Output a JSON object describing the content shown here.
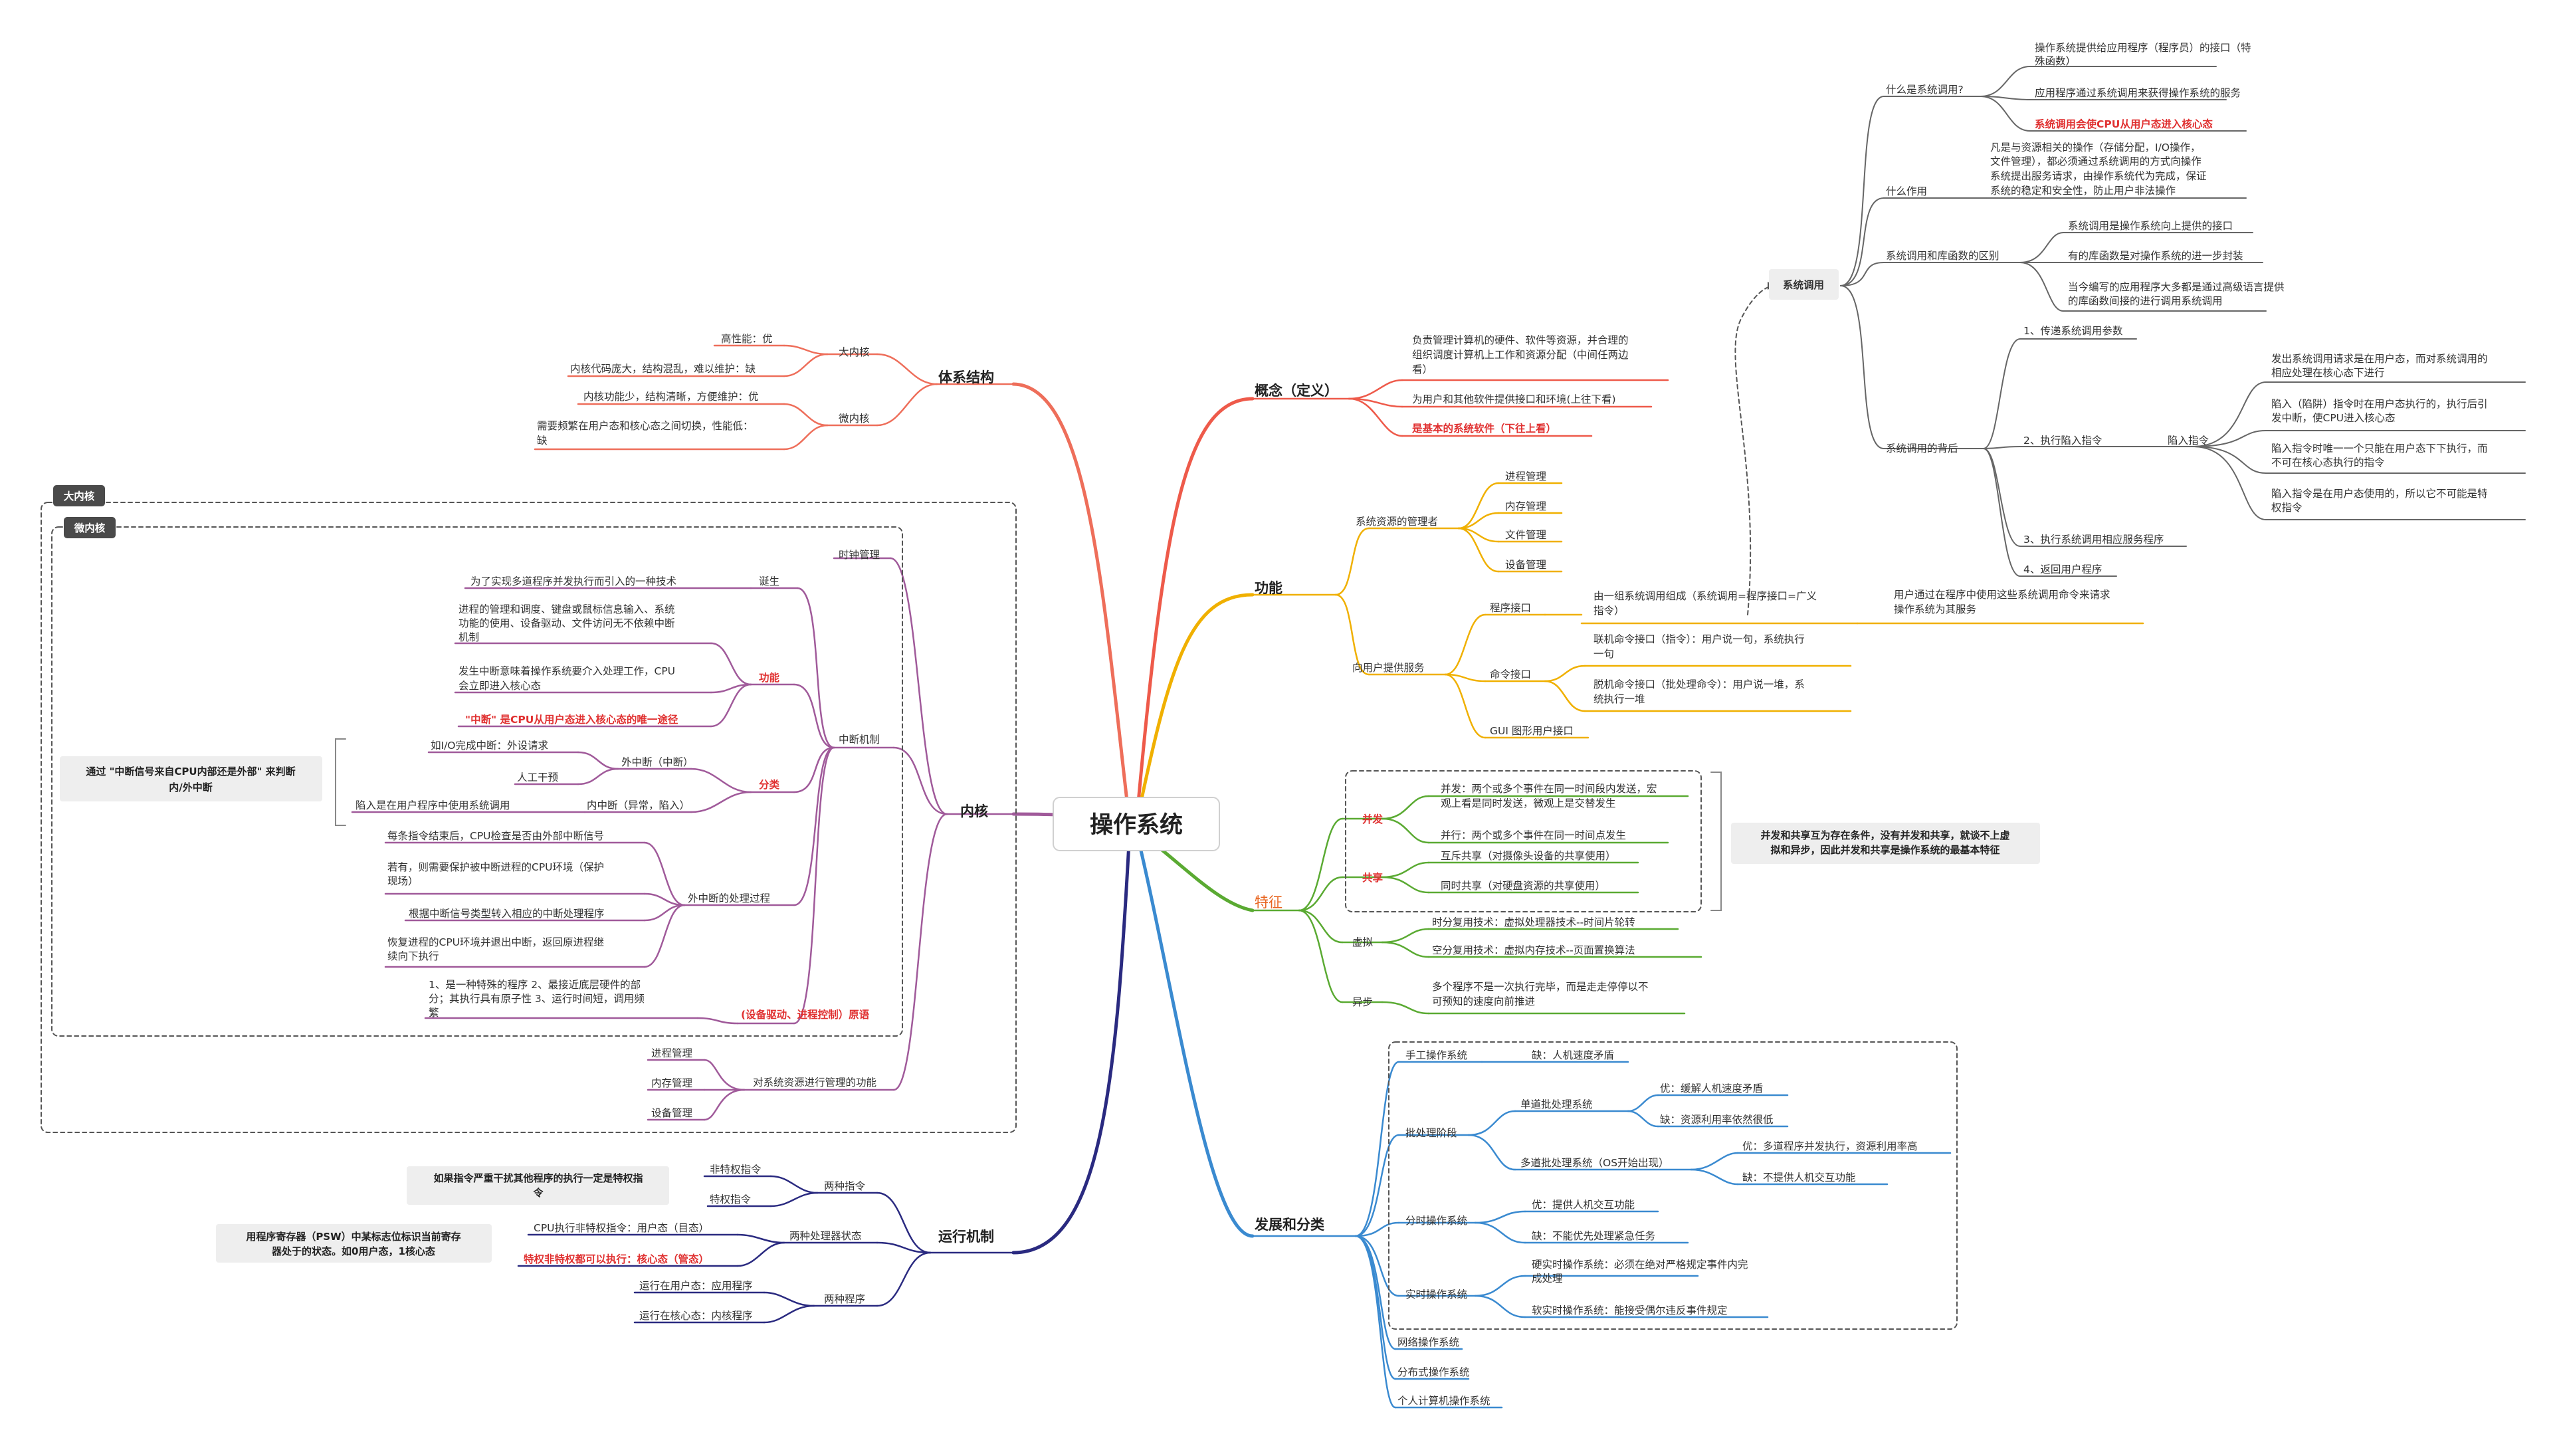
{
  "root": "操作系统",
  "branches": {
    "tixi": "体系结构",
    "neihe": "内核",
    "yunxing": "运行机制",
    "gainian": "概念（定义）",
    "gongneng": "功能",
    "tezheng": "特征",
    "fazhan": "发展和分类"
  },
  "badges": {
    "big": "大内核",
    "micro": "微内核"
  },
  "tixi": {
    "big": "大内核",
    "big_pro": "高性能：优",
    "big_con": "内核代码庞大，结构混乱，难以维护：缺",
    "micro": "微内核",
    "micro_pro": "内核功能少，结构清晰，方便维护：优",
    "micro_con1": "需要频繁在用户态和核心态之间切换，性能低：",
    "micro_con2": "缺"
  },
  "neihe": {
    "clock": "时钟管理",
    "irq": "中断机制",
    "birth": "诞生",
    "birth_leaf": "为了实现多道程序并发执行而引入的一种技术",
    "func": "功能",
    "func_l1a": "进程的管理和调度、键盘或鼠标信息输入、系统",
    "func_l1b": "功能的使用、设备驱动、文件访问无不依赖中断",
    "func_l1c": "机制",
    "func_l2a": "发生中断意味着操作系统要介入处理工作，CPU",
    "func_l2b": "会立即进入核心态",
    "func_l3": "\"中断\" 是CPU从用户态进入核心态的唯一途径",
    "cls": "分类",
    "ext": "外中断（中断）",
    "ext_l1": "如I/O完成中断：外设请求",
    "ext_l2": "人工干预",
    "int": "内中断（异常，陷入）",
    "int_l1": "陷入是在用户程序中使用系统调用",
    "judge1": "通过 \"中断信号来自CPU内部还是外部\" 来判断",
    "judge2": "内/外中断",
    "proc": "外中断的处理过程",
    "proc_l1": "每条指令结束后，CPU检查是否由外部中断信号",
    "proc_l2a": "若有，则需要保护被中断进程的CPU环境（保护",
    "proc_l2b": "现场）",
    "proc_l3": "根据中断信号类型转入相应的中断处理程序",
    "proc_l4a": "恢复进程的CPU环境并退出中断，返回原进程继",
    "proc_l4b": "续向下执行",
    "prim": "(设备驱动、进程控制）原语",
    "prim_l1a": "1、是一种特殊的程序  2、最接近底层硬件的部",
    "prim_l1b": "分；其执行具有原子性  3、运行时间短，调用频",
    "prim_l1c": "繁",
    "mgmt": "对系统资源进行管理的功能",
    "mgmt_l1": "进程管理",
    "mgmt_l2": "内存管理",
    "mgmt_l3": "设备管理"
  },
  "yunxing": {
    "instr": "两种指令",
    "instr_l1": "非特权指令",
    "instr_l2": "特权指令",
    "instr_note1": "如果指令严重干扰其他程序的执行一定是特权指",
    "instr_note2": "令",
    "state": "两种处理器状态",
    "state_l1": "CPU执行非特权指令：用户态（目态）",
    "state_l2": "特权非特权都可以执行：核心态（管态）",
    "state_note1": "用程序寄存器（PSW）中某标志位标识当前寄存",
    "state_note2": "器处于的状态。如0用户态，1核心态",
    "prog": "两种程序",
    "prog_l1": "运行在用户态：应用程序",
    "prog_l2": "运行在核心态：内核程序"
  },
  "gainian": {
    "l1a": "负责管理计算机的硬件、软件等资源，并合理的",
    "l1b": "组织调度计算机上工作和资源分配（中间任两边",
    "l1c": "看）",
    "l2": "为用户和其他软件提供接口和环境(上往下看)",
    "l3": "是基本的系统软件（下往上看）"
  },
  "gongneng": {
    "mgr": "系统资源的管理者",
    "mgr_l1": "进程管理",
    "mgr_l2": "内存管理",
    "mgr_l3": "文件管理",
    "mgr_l4": "设备管理",
    "svc": "向用户提供服务",
    "prog_if": "程序接口",
    "prog_if_a": "由一组系统调用组成（系统调用=程序接口=广义",
    "prog_if_b": "指令）",
    "prog_if_x1": "用户通过在程序中使用这些系统调用命令来请求",
    "prog_if_x2": "操作系统为其服务",
    "cmd_if": "命令接口",
    "cmd_l1a": "联机命令接口（指令）：用户说一句，系统执行",
    "cmd_l1b": "一句",
    "cmd_l2a": "脱机命令接口（批处理命令）：用户说一堆，系",
    "cmd_l2b": "统执行一堆",
    "gui": "GUI 图形用户接口"
  },
  "syscall": {
    "title": "系统调用",
    "what": "什么是系统调用?",
    "what_l1a": "操作系统提供给应用程序（程序员）的接口（特",
    "what_l1b": "殊函数）",
    "what_l2": "应用程序通过系统调用来获得操作系统的服务",
    "what_l3": "系统调用会使CPU从用户态进入核心态",
    "use": "什么作用",
    "use_l1": "凡是与资源相关的操作（存储分配，I/O操作，",
    "use_l2": "文件管理），都必须通过系统调用的方式向操作",
    "use_l3": "系统提出服务请求，由操作系统代为完成，保证",
    "use_l4": "系统的稳定和安全性，防止用户非法操作",
    "diff": "系统调用和库函数的区别",
    "diff_l1": "系统调用是操作系统向上提供的接口",
    "diff_l2": "有的库函数是对操作系统的进一步封装",
    "diff_l3a": "当今编写的应用程序大多都是通过高级语言提供",
    "diff_l3b": "的库函数间接的进行调用系统调用",
    "bg": "系统调用的背后",
    "step1": "1、传递系统调用参数",
    "step2": "2、执行陷入指令",
    "trap": "陷入指令",
    "trap_l1a": "发出系统调用请求是在用户态，而对系统调用的",
    "trap_l1b": "相应处理在核心态下进行",
    "trap_l2a": "陷入（陷阱）指令时在用户态执行的，执行后引",
    "trap_l2b": "发中断，使CPU进入核心态",
    "trap_l3a": "陷入指令时唯一一个只能在用户态下下执行，而",
    "trap_l3b": "不可在核心态执行的指令",
    "trap_l4a": "陷入指令是在用户态使用的，所以它不可能是特",
    "trap_l4b": "权指令",
    "step3": "3、执行系统调用相应服务程序",
    "step4": "4、返回用户程序"
  },
  "tezheng": {
    "bf": "并发",
    "bf_l1a": "并发：两个或多个事件在同一时间段内发送，宏",
    "bf_l1b": "观上看是同时发送，微观上是交替发生",
    "bf_l2": "并行：两个或多个事件在同一时间点发生",
    "gx": "共享",
    "gx_l1": "互斥共享（对摄像头设备的共享使用）",
    "gx_l2": "同时共享（对硬盘资源的共享使用）",
    "note1": "并发和共享互为存在条件，没有并发和共享，就谈不上虚",
    "note2": "拟和异步，因此并发和共享是操作系统的最基本特征",
    "xn": "虚拟",
    "xn_l1": "时分复用技术：虚拟处理器技术--时间片轮转",
    "xn_l2": "空分复用技术：虚拟内存技术--页面置换算法",
    "yb": "异步",
    "yb_l1a": "多个程序不是一次执行完毕，而是走走停停以不",
    "yb_l1b": "可预知的速度向前推进"
  },
  "fazhan": {
    "manual": "手工操作系统",
    "manual_l1": "缺：人机速度矛盾",
    "batch": "批处理阶段",
    "single": "单道批处理系统",
    "single_l1": "优：缓解人机速度矛盾",
    "single_l2": "缺：资源利用率依然很低",
    "multi": "多道批处理系统（OS开始出现）",
    "multi_l1": "优：多道程序并发执行，资源利用率高",
    "multi_l2": "缺：不提供人机交互功能",
    "ts": "分时操作系统",
    "ts_l1": "优：提供人机交互功能",
    "ts_l2": "缺：不能优先处理紧急任务",
    "rt": "实时操作系统",
    "rt_l1a": "硬实时操作系统：必须在绝对严格规定事件内完",
    "rt_l1b": "成处理",
    "rt_l2": "软实时操作系统：能接受偶尔违反事件规定",
    "net": "网络操作系统",
    "dist": "分布式操作系统",
    "pc": "个人计算机操作系统"
  },
  "colors": {
    "tixi": "#ee6e5a",
    "neihe": "#a05a9a",
    "yunxing": "#2a2a80",
    "gainian": "#ee5a4a",
    "gongneng": "#f0b000",
    "tezheng": "#5aaa32",
    "fazhan": "#3a8ad0",
    "syscall": "#666666",
    "red": "#e03030"
  }
}
